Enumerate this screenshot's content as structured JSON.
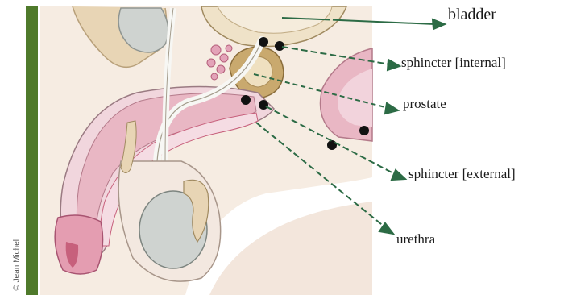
{
  "labels": {
    "bladder": "bladder",
    "sphincter_internal": "sphincter [internal]",
    "prostate": "prostate",
    "sphincter_external": "sphincter [external]",
    "urethra": "urethra"
  },
  "credit": "© Jean Michel",
  "colors": {
    "side_bar": "#4f7a2b",
    "pointer": "#2c6b45",
    "sphincter": "#111111",
    "skin": "#f6ece2",
    "tissue_pink": "#e9b7c4",
    "dark_pink": "#c7607c",
    "bone": "#e8d5b5",
    "gray_organ": "#cfd3d0",
    "prostate": "#c9a96e"
  }
}
